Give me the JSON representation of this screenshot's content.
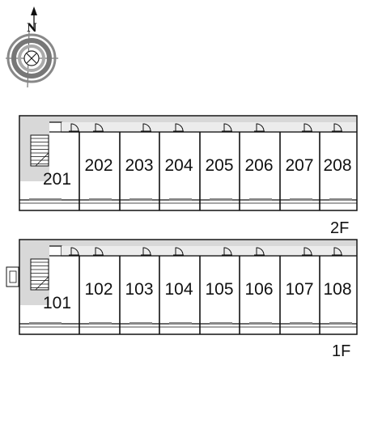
{
  "compass": {
    "north_label": "N",
    "icon": "compass-rose-icon"
  },
  "floors": [
    {
      "label": "2F",
      "rooms": [
        "201",
        "202",
        "203",
        "204",
        "205",
        "206",
        "207",
        "208"
      ]
    },
    {
      "label": "1F",
      "rooms": [
        "101",
        "102",
        "103",
        "104",
        "105",
        "106",
        "107",
        "108"
      ]
    }
  ]
}
